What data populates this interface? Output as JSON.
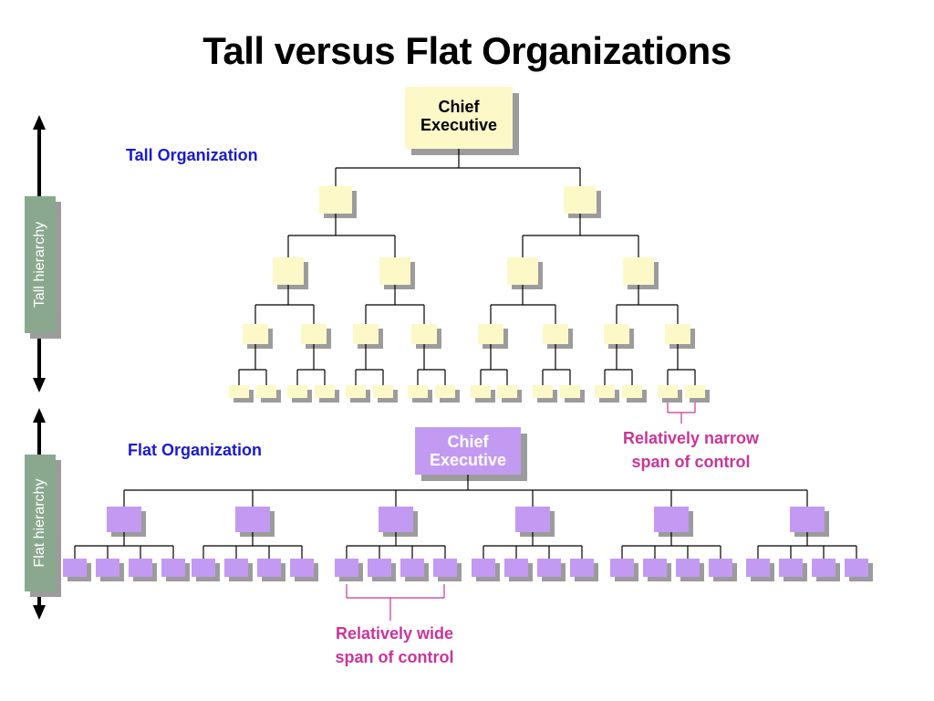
{
  "title": "Tall versus Flat Organizations",
  "tall": {
    "label": "Tall Organization",
    "chief_label": [
      "Chief",
      "Executive"
    ],
    "box_color": "#fdf8c8",
    "hierarchy_label": "Tall hierarchy",
    "annotation": [
      "Relatively narrow",
      "span of control"
    ]
  },
  "flat": {
    "label": "Flat Organization",
    "chief_label": [
      "Chief",
      "Executive"
    ],
    "box_color": "#c39af2",
    "hierarchy_label": "Flat hierarchy",
    "annotation": [
      "Relatively wide",
      "span of control"
    ]
  },
  "colors": {
    "label_blue": "#1a1ad0",
    "annotation_magenta": "#c8359b",
    "shadow_gray": "#9c9c9c",
    "tag_green": "#8aa88e"
  }
}
